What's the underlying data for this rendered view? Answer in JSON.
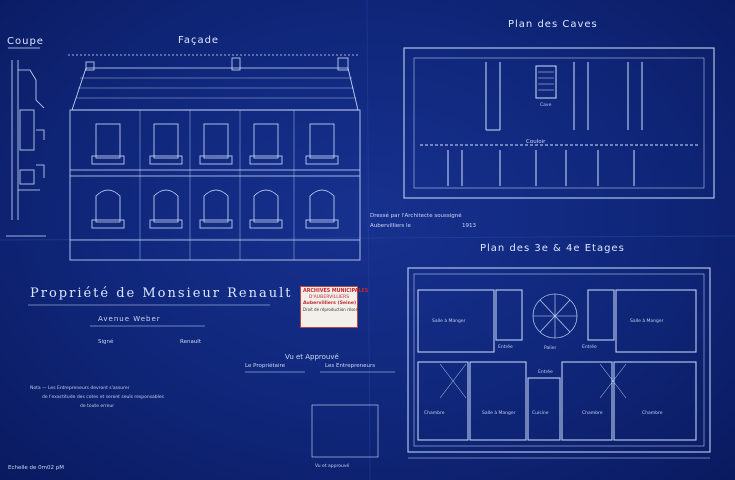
{
  "sheet": {
    "coupe_label": "Coupe",
    "facade_label": "Façade",
    "caves_title": "Plan des Caves",
    "etages_title": "Plan des 3e & 4e Etages",
    "owner_title": "Propriété de Monsieur Renault",
    "street": "Avenue Weber",
    "signature_left": "Signé",
    "signature_right": "Renault",
    "approved": "Vu et Approuvé",
    "owner_label": "Le Propriétaire",
    "contractor_label": "Les Entrepreneurs",
    "note_line1": "Nota — Les Entrepreneurs devront s'assurer",
    "note_line2": "de l'exactitude des cotes et seront seuls responsables",
    "note_line3": "de toute erreur",
    "architect_line1": "Dressé par l'Architecte soussigné",
    "architect_line2": "Aubervilliers le",
    "architect_year": "1913",
    "scale": "Echelle de 0m02 pM",
    "bottom_note": "Vu et approuvé",
    "stamp": {
      "line1": "ARCHIVES MUNICIPALES",
      "line2": "D'AUBERVILLIERS",
      "line3": "Aubervilliers (Seine)",
      "line4": "Droit de réproduction réservé"
    },
    "rooms": {
      "couloir": "Couloir",
      "cave": "Cave",
      "salle_a_manger_l": "Salle à Manger",
      "salle_a_manger_r": "Salle à Manger",
      "entree_l": "Entrée",
      "entree_r": "Entrée",
      "palier": "Palier",
      "entree_c": "Entrée",
      "chambre_1": "Chambre",
      "salle_a_manger_b": "Salle à Manger",
      "cuisine": "Cuisine",
      "chambre_2": "Chambre",
      "chambre_3": "Chambre"
    }
  },
  "colors": {
    "paper": "#0f2679",
    "ink": "#cfe0ff",
    "stamp_red": "#c0282d"
  }
}
